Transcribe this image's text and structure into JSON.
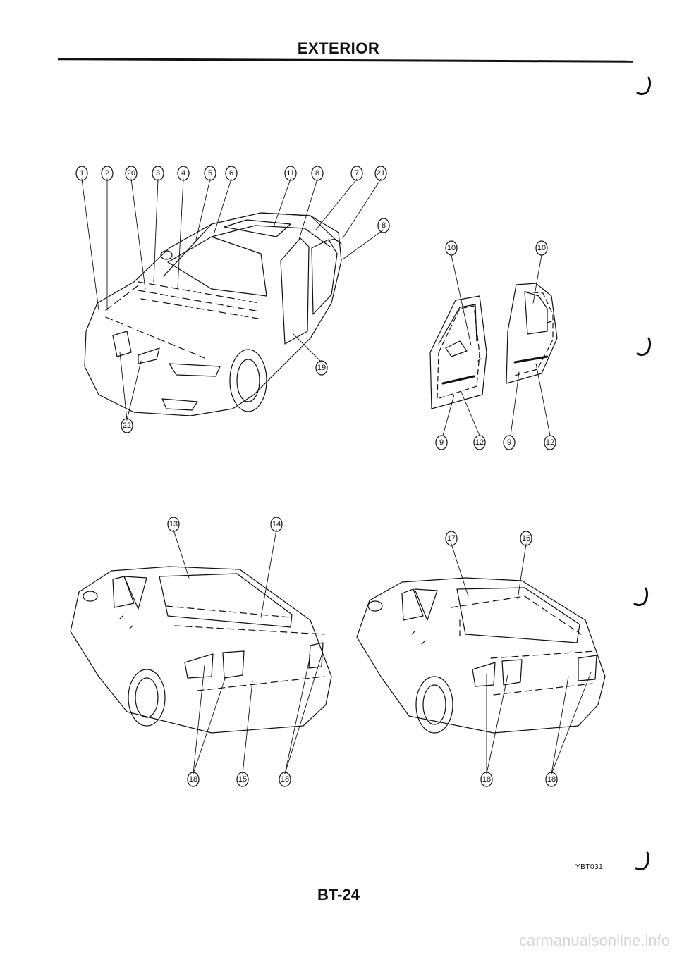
{
  "page": {
    "title": "EXTERIOR",
    "page_number": "BT-24",
    "figure_code": "YBT031",
    "watermark": "carmanualsonline.info"
  },
  "callouts": {
    "n1": "1",
    "n2": "2",
    "n3": "3",
    "n4": "4",
    "n5": "5",
    "n6": "6",
    "n7": "7",
    "n8": "8",
    "n9": "9",
    "n10": "10",
    "n11": "11",
    "n12": "12",
    "n13": "13",
    "n14": "14",
    "n15": "15",
    "n16": "16",
    "n17": "17",
    "n18": "18",
    "n19": "19",
    "n20": "20",
    "n21": "21",
    "n22": "22"
  }
}
